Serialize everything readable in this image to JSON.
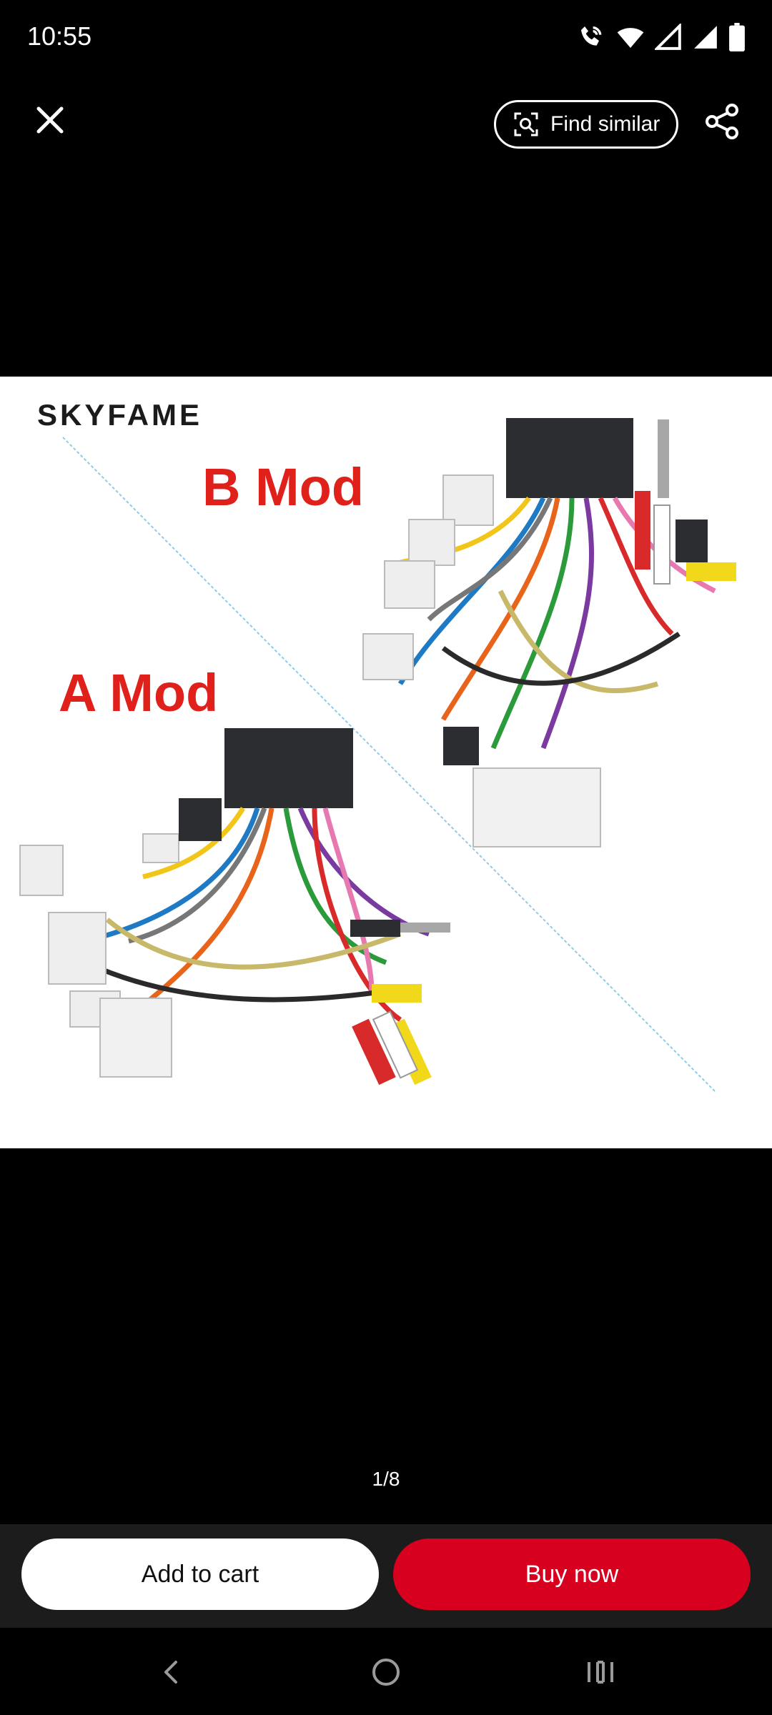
{
  "status": {
    "time": "10:55",
    "icons": [
      "wifi-calling-icon",
      "wifi-icon",
      "signal-icon",
      "signal-icon",
      "battery-icon"
    ]
  },
  "header": {
    "close_icon": "close-icon",
    "find_similar_label": "Find similar",
    "find_similar_icon": "image-search-icon",
    "share_icon": "share-icon"
  },
  "image": {
    "brand": "SKYFAME",
    "label_b": "B Mod",
    "label_a": "A Mod"
  },
  "pager": {
    "text": "1/8"
  },
  "actions": {
    "add_to_cart": "Add to cart",
    "buy_now": "Buy now",
    "buy_color": "#d7001e"
  },
  "nav": {
    "icons": [
      "back-icon",
      "home-icon",
      "recents-icon"
    ]
  }
}
